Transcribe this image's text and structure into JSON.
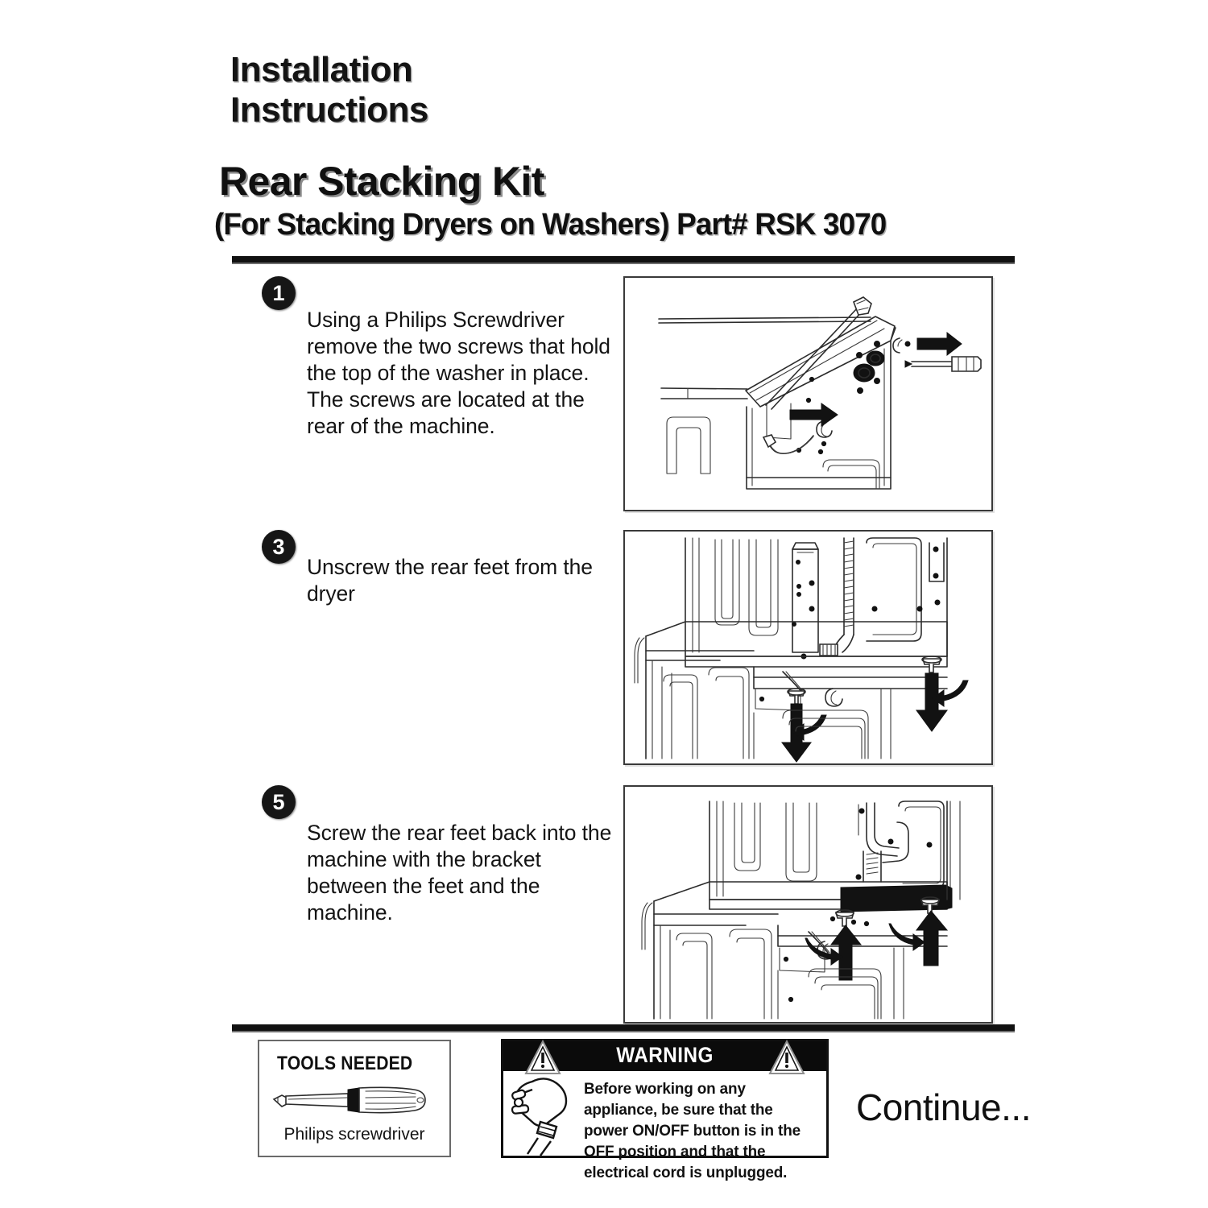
{
  "document": {
    "title_line1": "Installation",
    "title_line2": "Instructions",
    "kit_title": "Rear Stacking Kit",
    "kit_subtitle": "(For Stacking Dryers on Washers) Part# RSK 3070"
  },
  "steps": [
    {
      "number": "1",
      "text": "Using a Philips Screwdriver remove the two screws that hold the top of the washer in place. The screws are located at the rear of the machine.",
      "illustration": "washer-rear-top-screws-diagram"
    },
    {
      "number": "3",
      "text": "Unscrew the rear feet from the dryer",
      "illustration": "dryer-rear-feet-removal-diagram"
    },
    {
      "number": "5",
      "text": "Screw the rear feet back into the machine with the bracket between the feet and the machine.",
      "illustration": "dryer-rear-bracket-install-diagram"
    }
  ],
  "tools": {
    "heading": "TOOLS NEEDED",
    "item_caption": "Philips screwdriver",
    "icon": "screwdriver-icon"
  },
  "warning": {
    "label": "WARNING",
    "text": "Before working on any appliance, be sure that the power ON/OFF button is in the OFF position and that the electrical cord is unplugged.",
    "icon_left": "warning-triangle-icon",
    "icon_right": "warning-triangle-icon",
    "plug_icon": "power-plug-icon"
  },
  "footer": {
    "continue_label": "Continue..."
  },
  "colors": {
    "ink": "#111111",
    "rule": "#111111",
    "panel_border": "#3a3a3a",
    "warning_banner": "#0b0b0b",
    "badge": "#161616",
    "paper": "#ffffff"
  }
}
